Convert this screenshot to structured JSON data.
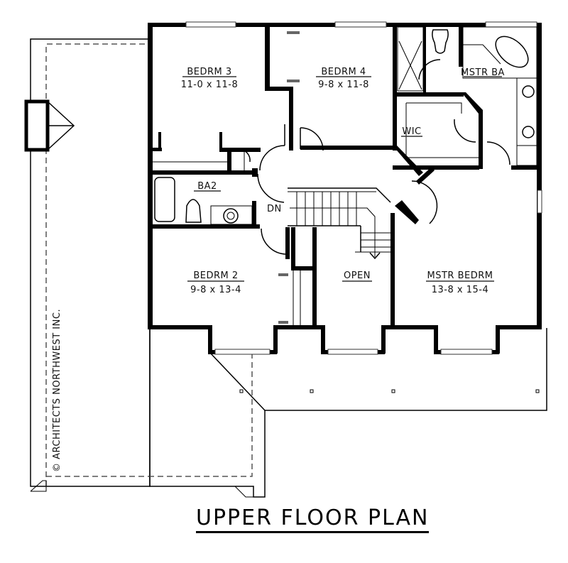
{
  "drawing": {
    "title": "UPPER FLOOR PLAN",
    "copyright": "© ARCHITECTS NORTHWEST INC.",
    "stair_label": "DN"
  },
  "rooms": [
    {
      "id": "bedrm3",
      "name": "BEDRM 3",
      "dims": "11-0 x 11-8"
    },
    {
      "id": "bedrm4",
      "name": "BEDRM 4",
      "dims": "9-8 x 11-8"
    },
    {
      "id": "mstr_ba",
      "name": "MSTR BA",
      "dims": ""
    },
    {
      "id": "wic",
      "name": "WIC",
      "dims": ""
    },
    {
      "id": "ba2",
      "name": "BA2",
      "dims": ""
    },
    {
      "id": "bedrm2",
      "name": "BEDRM 2",
      "dims": "9-8 x 13-4"
    },
    {
      "id": "open",
      "name": "OPEN",
      "dims": ""
    },
    {
      "id": "mstr_bedrm",
      "name": "MSTR BEDRM",
      "dims": "13-8 x 15-4"
    }
  ],
  "colors": {
    "wall": "#000000",
    "background": "#ffffff",
    "roofline": "#555555"
  }
}
